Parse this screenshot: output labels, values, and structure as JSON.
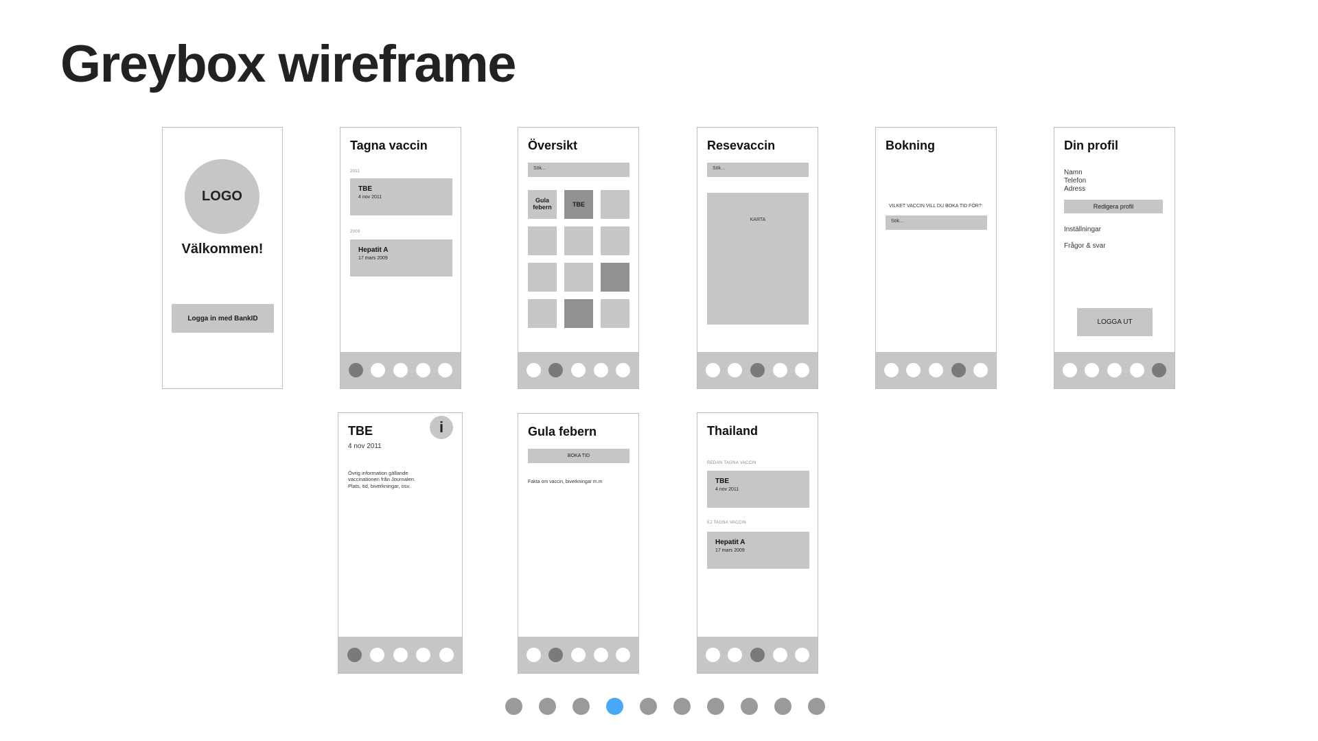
{
  "page": {
    "title": "Greybox wireframe"
  },
  "login": {
    "logo": "LOGO",
    "welcome": "Välkommen!",
    "button": "Logga in med BankID"
  },
  "tagna": {
    "title": "Tagna vaccin",
    "groups": [
      {
        "year": "2011",
        "name": "TBE",
        "date": "4 nov 2011"
      },
      {
        "year": "2009",
        "name": "Hepatit A",
        "date": "17 mars 2009"
      }
    ]
  },
  "oversikt": {
    "title": "Översikt",
    "search": "Sök...",
    "tile1": "Gula febern",
    "tile2": "TBE"
  },
  "resevaccin": {
    "title": "Resevaccin",
    "search": "Sök...",
    "map": "KARTA"
  },
  "bokning": {
    "title": "Bokning",
    "question": "VILKET VACCIN VILL DU BOKA TID FÖR?",
    "search": "Sök..."
  },
  "profil": {
    "title": "Din profil",
    "fields": [
      "Namn",
      "Telefon",
      "Adress"
    ],
    "edit": "Redigera profil",
    "settings": "Inställningar",
    "faq": "Frågor & svar",
    "logout": "LOGGA UT"
  },
  "tbe": {
    "title": "TBE",
    "date": "4 nov 2011",
    "info_icon": "i",
    "info": "Övrig information gällande vaccinationen från Journalen. Plats, tid, biverkningar, osv."
  },
  "gula": {
    "title": "Gula febern",
    "book": "BOKA TID",
    "facts": "Fakta om vaccin, biverkningar m.m"
  },
  "thailand": {
    "title": "Thailand",
    "taken_label": "REDAN TAGNA VACCIN",
    "taken": {
      "name": "TBE",
      "date": "4 nov 2011"
    },
    "not_taken_label": "EJ TAGNA VACCIN",
    "not_taken": {
      "name": "Hepatit A",
      "date": "17 mars 2009"
    }
  },
  "pagination": {
    "count": 10,
    "active_index": 3,
    "active_color": "#4aa8f8",
    "inactive_color": "#9a9a9a"
  },
  "colors": {
    "box": "#c6c6c6",
    "box_dark": "#919191",
    "nav_active": "#7a7a7a"
  }
}
